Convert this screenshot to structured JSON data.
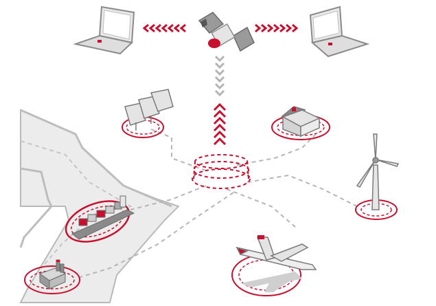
{
  "colors": {
    "accent": "#c8102e",
    "network_line": "#b5b5b5",
    "road_fill": "#e9e9e9",
    "road_edge": "#b9b9b9",
    "device_body": "#e6e6e6",
    "device_dark": "#8a8a8a",
    "shadow": "#cfcfcf"
  },
  "nodes": [
    {
      "id": "satellite",
      "icon": "satellite-icon"
    },
    {
      "id": "laptop-left",
      "icon": "laptop-icon"
    },
    {
      "id": "laptop-right",
      "icon": "laptop-icon"
    },
    {
      "id": "central-hub",
      "icon": "hub-ring-icon"
    },
    {
      "id": "solar-panels",
      "icon": "solar-panel-icon"
    },
    {
      "id": "house",
      "icon": "house-icon"
    },
    {
      "id": "wind-turbine",
      "icon": "wind-turbine-icon"
    },
    {
      "id": "container-ship",
      "icon": "ship-icon"
    },
    {
      "id": "airplane",
      "icon": "airplane-icon"
    },
    {
      "id": "factory",
      "icon": "factory-icon"
    }
  ],
  "links": [
    {
      "from": "satellite",
      "to": "laptop-left",
      "style": "chevron-arrows"
    },
    {
      "from": "satellite",
      "to": "laptop-right",
      "style": "chevron-arrows"
    },
    {
      "from": "satellite",
      "to": "central-hub",
      "style": "chevron-arrows"
    },
    {
      "from": "central-hub",
      "to": "solar-panels",
      "style": "dashed"
    },
    {
      "from": "central-hub",
      "to": "house",
      "style": "dashed"
    },
    {
      "from": "central-hub",
      "to": "wind-turbine",
      "style": "dashed"
    },
    {
      "from": "central-hub",
      "to": "container-ship",
      "style": "dashed"
    },
    {
      "from": "central-hub",
      "to": "airplane",
      "style": "dashed"
    },
    {
      "from": "central-hub",
      "to": "factory",
      "style": "dashed"
    }
  ]
}
